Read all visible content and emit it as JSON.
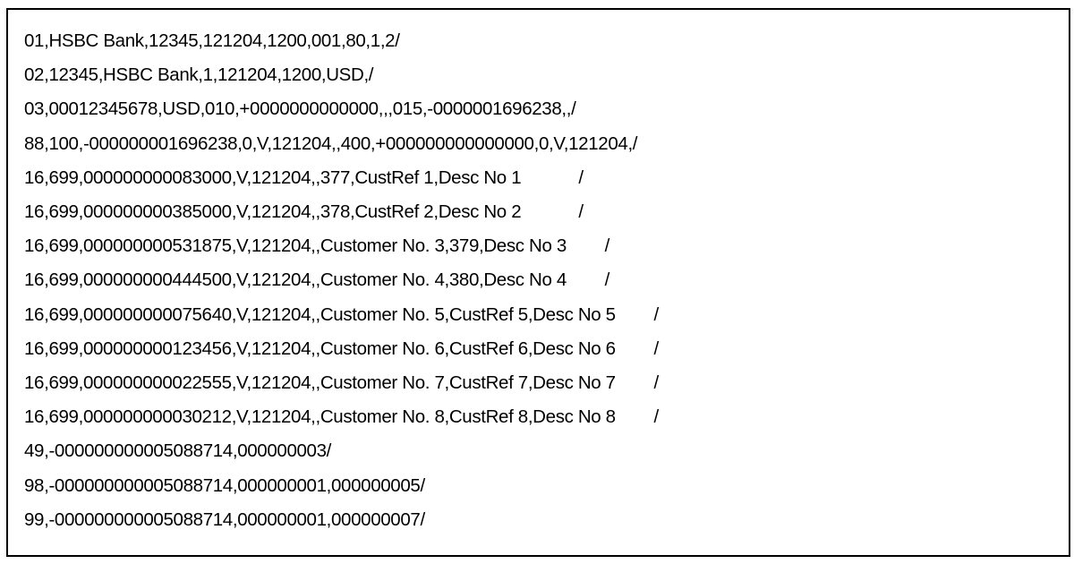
{
  "document": {
    "kind": "bai2-bank-statement-text",
    "border_color": "#000000",
    "background_color": "#ffffff",
    "text_color": "#000000",
    "lines": [
      "01,HSBC Bank,12345,121204,1200,001,80,1,2/",
      "02,12345,HSBC Bank,1,121204,1200,USD,/",
      "03,00012345678,USD,010,+0000000000000,,,015,-0000001696238,,/",
      "88,100,-000000001696238,0,V,121204,,400,+000000000000000,0,V,121204,/",
      "16,699,000000000083000,V,121204,,377,CustRef 1,Desc No 1            /",
      "16,699,000000000385000,V,121204,,378,CustRef 2,Desc No 2            /",
      "16,699,000000000531875,V,121204,,Customer No. 3,379,Desc No 3        /",
      "16,699,000000000444500,V,121204,,Customer No. 4,380,Desc No 4        /",
      "16,699,000000000075640,V,121204,,Customer No. 5,CustRef 5,Desc No 5        /",
      "16,699,000000000123456,V,121204,,Customer No. 6,CustRef 6,Desc No 6        /",
      "16,699,000000000022555,V,121204,,Customer No. 7,CustRef 7,Desc No 7        /",
      "16,699,000000000030212,V,121204,,Customer No. 8,CustRef 8,Desc No 8        /",
      "49,-000000000005088714,000000003/",
      "98,-000000000005088714,000000001,000000005/",
      "99,-000000000005088714,000000001,000000007/"
    ]
  }
}
